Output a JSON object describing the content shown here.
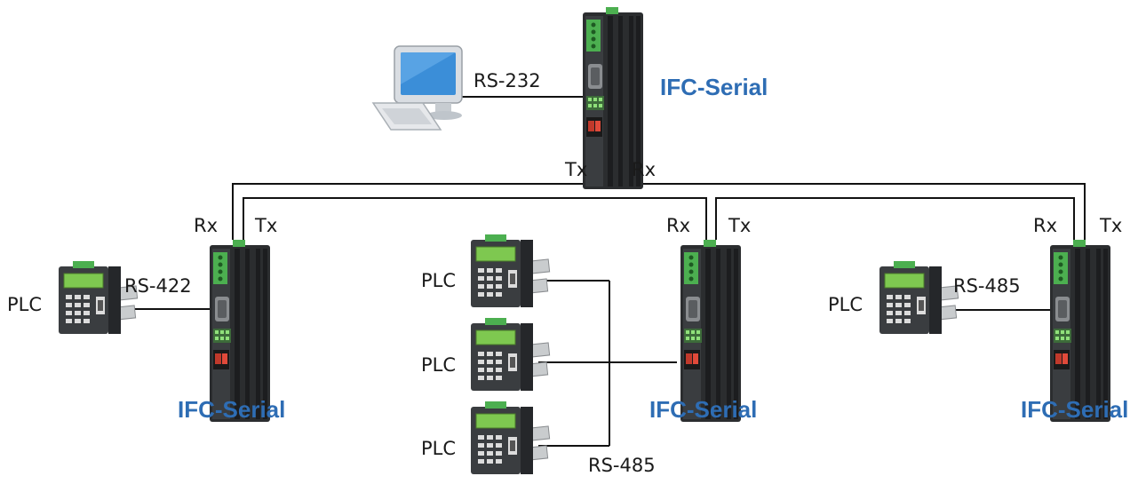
{
  "colors": {
    "device_label": "#2e6db4",
    "text": "#1a1a1a",
    "wire": "#111111",
    "converter_body": "#2b2d2f",
    "terminal_block": "#4caf50",
    "plc_screen": "#7ec850"
  },
  "top_node": {
    "device_label": "IFC-Serial",
    "link_label": "RS-232",
    "tx_label": "Tx",
    "rx_label": "Rx",
    "computer_icon": "desktop-computer-icon"
  },
  "nodes": [
    {
      "device_label": "IFC-Serial",
      "link_label": "RS-422",
      "rx_label": "Rx",
      "tx_label": "Tx",
      "plc_label": "PLC"
    },
    {
      "device_label": "IFC-Serial",
      "link_label": "RS-485",
      "rx_label": "Rx",
      "tx_label": "Tx",
      "plc_labels": [
        "PLC",
        "PLC",
        "PLC"
      ]
    },
    {
      "device_label": "IFC-Serial",
      "link_label": "RS-485",
      "rx_label": "Rx",
      "tx_label": "Tx",
      "plc_label": "PLC"
    }
  ]
}
